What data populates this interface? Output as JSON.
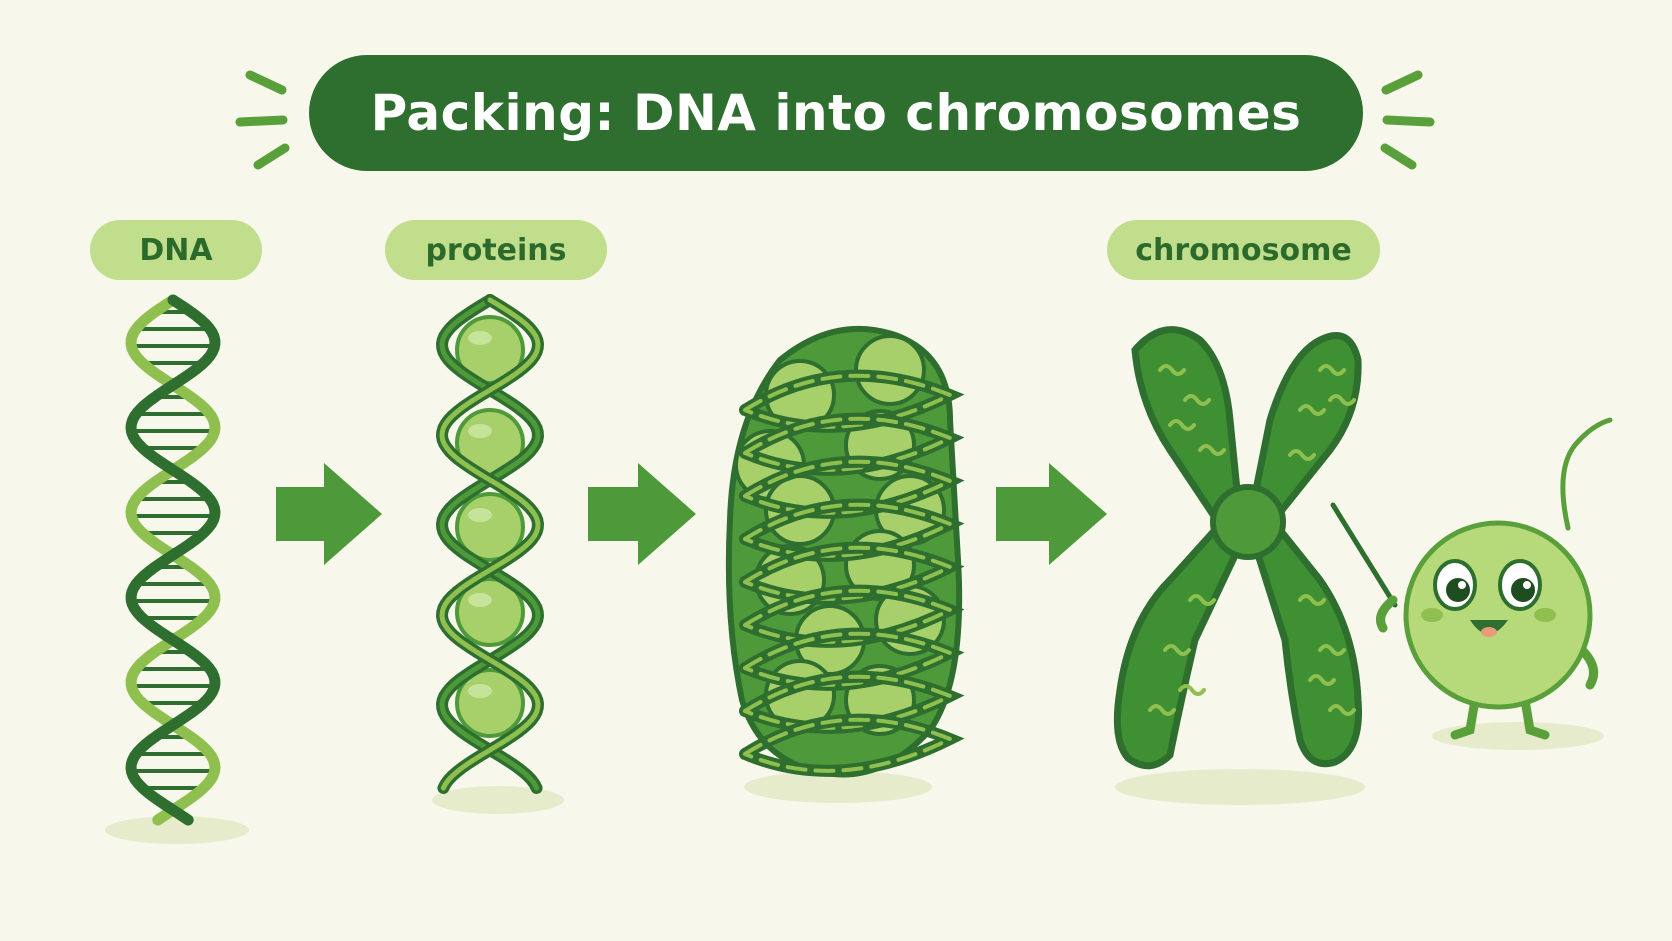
{
  "title": "Packing: DNA into chromosomes",
  "labels": {
    "dna": "DNA",
    "proteins": "proteins",
    "chromosome": "chromosome"
  },
  "colors": {
    "background": "#f8f7ec",
    "dark_green": "#2e6f2f",
    "mid_green": "#4e9a3a",
    "light_green": "#8fc04f",
    "pale_green": "#c1de8c",
    "bead_green": "#a7cf6a"
  },
  "stages": [
    "dna-double-helix",
    "dna-wrapped-around-proteins",
    "condensed-coil",
    "x-shaped-chromosome"
  ]
}
